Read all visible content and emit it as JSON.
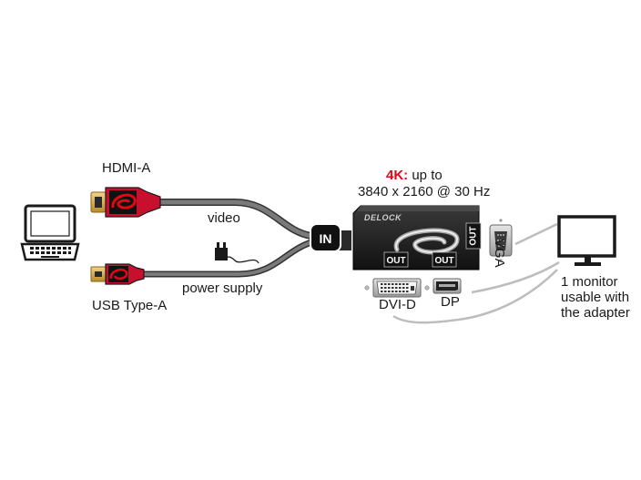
{
  "labels": {
    "hdmi": "HDMI-A",
    "usb": "USB Type-A",
    "video": "video",
    "power": "power supply",
    "in_badge": "IN",
    "res_prefix": "4K:",
    "res_line1_rest": " up to",
    "res_line2": "3840 x 2160 @ 30 Hz",
    "brand": "DELOCK",
    "out_badge": "OUT",
    "vga": "VGA",
    "dvi": "DVI-D",
    "dp": "DP",
    "monitor_note": [
      "1 monitor",
      "usable with",
      "the adapter"
    ]
  },
  "icons": [
    "laptop-icon",
    "hdmi-plug-icon",
    "usb-plug-icon",
    "power-plug-icon",
    "adapter-box-icon",
    "vga-port-icon",
    "dvi-port-icon",
    "dp-port-icon",
    "monitor-icon"
  ],
  "colors": {
    "accent": "#e30613",
    "cable": "#5a5a5a",
    "box": "#1c1c1c"
  }
}
